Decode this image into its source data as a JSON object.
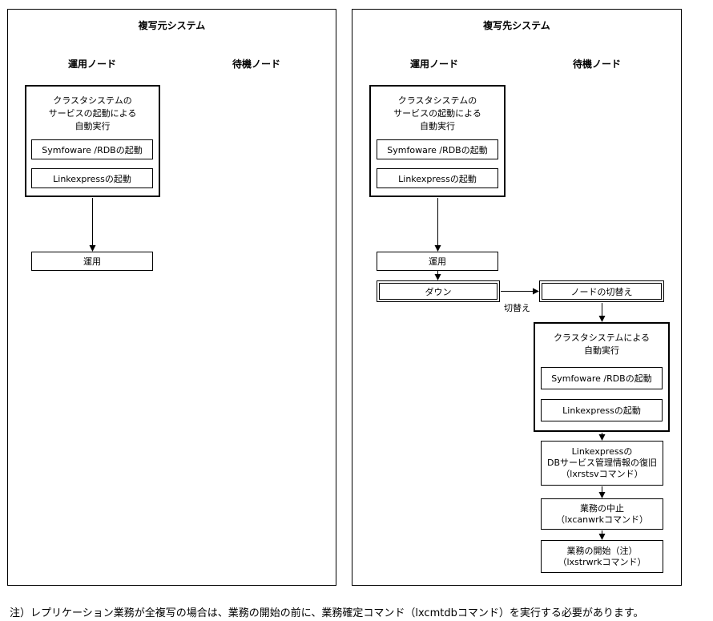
{
  "source": {
    "title": "複写元システム",
    "active_node": "運用ノード",
    "standby_node": "待機ノード",
    "cluster_group_title": "クラスタシステムの\nサービスの起動による\n自動実行",
    "step_symfoware": "Symfoware /RDBの起動",
    "step_linkexpress": "Linkexpressの起動",
    "operation": "運用"
  },
  "target": {
    "title": "複写先システム",
    "active_node": "運用ノード",
    "standby_node": "待機ノード",
    "cluster_group_title": "クラスタシステムの\nサービスの起動による\n自動実行",
    "step_symfoware": "Symfoware /RDBの起動",
    "step_linkexpress": "Linkexpressの起動",
    "operation": "運用",
    "down": "ダウン",
    "switch_label": "切替え",
    "node_switch": "ノードの切替え",
    "standby_group_title": "クラスタシステムによる\n自動実行",
    "standby_symfoware": "Symfoware /RDBの起動",
    "standby_linkexpress": "Linkexpressの起動",
    "restore_step": "Linkexpressの\nDBサービス管理情報の復旧\n（lxrstsvコマンド）",
    "stop_step": "業務の中止\n（lxcanwrkコマンド）",
    "start_step": "業務の開始（注）\n（lxstrwrkコマンド）"
  },
  "footnote": "注）レプリケーション業務が全複写の場合は、業務の開始の前に、業務確定コマンド（lxcmtdbコマンド）を実行する必要があります。"
}
